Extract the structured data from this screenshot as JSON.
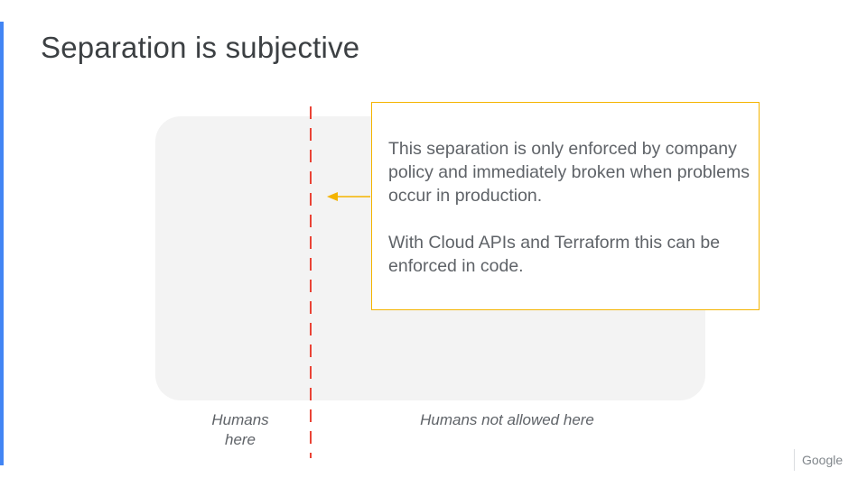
{
  "slide": {
    "title": "Separation is subjective"
  },
  "callout": {
    "paragraph_1": "This separation is only enforced by company policy and immediately broken when problems occur in production.",
    "paragraph_2": "With Cloud APIs and Terraform this can be enforced in code."
  },
  "zones": {
    "left_label": "Humans here",
    "right_label": "Humans not allowed here"
  },
  "branding": {
    "logo_text": "Google"
  },
  "colors": {
    "accent_bar": "#4285f4",
    "divider": "#ea4335",
    "callout_border": "#f4b400",
    "arrow": "#f4b400",
    "panel": "#f3f3f3"
  }
}
